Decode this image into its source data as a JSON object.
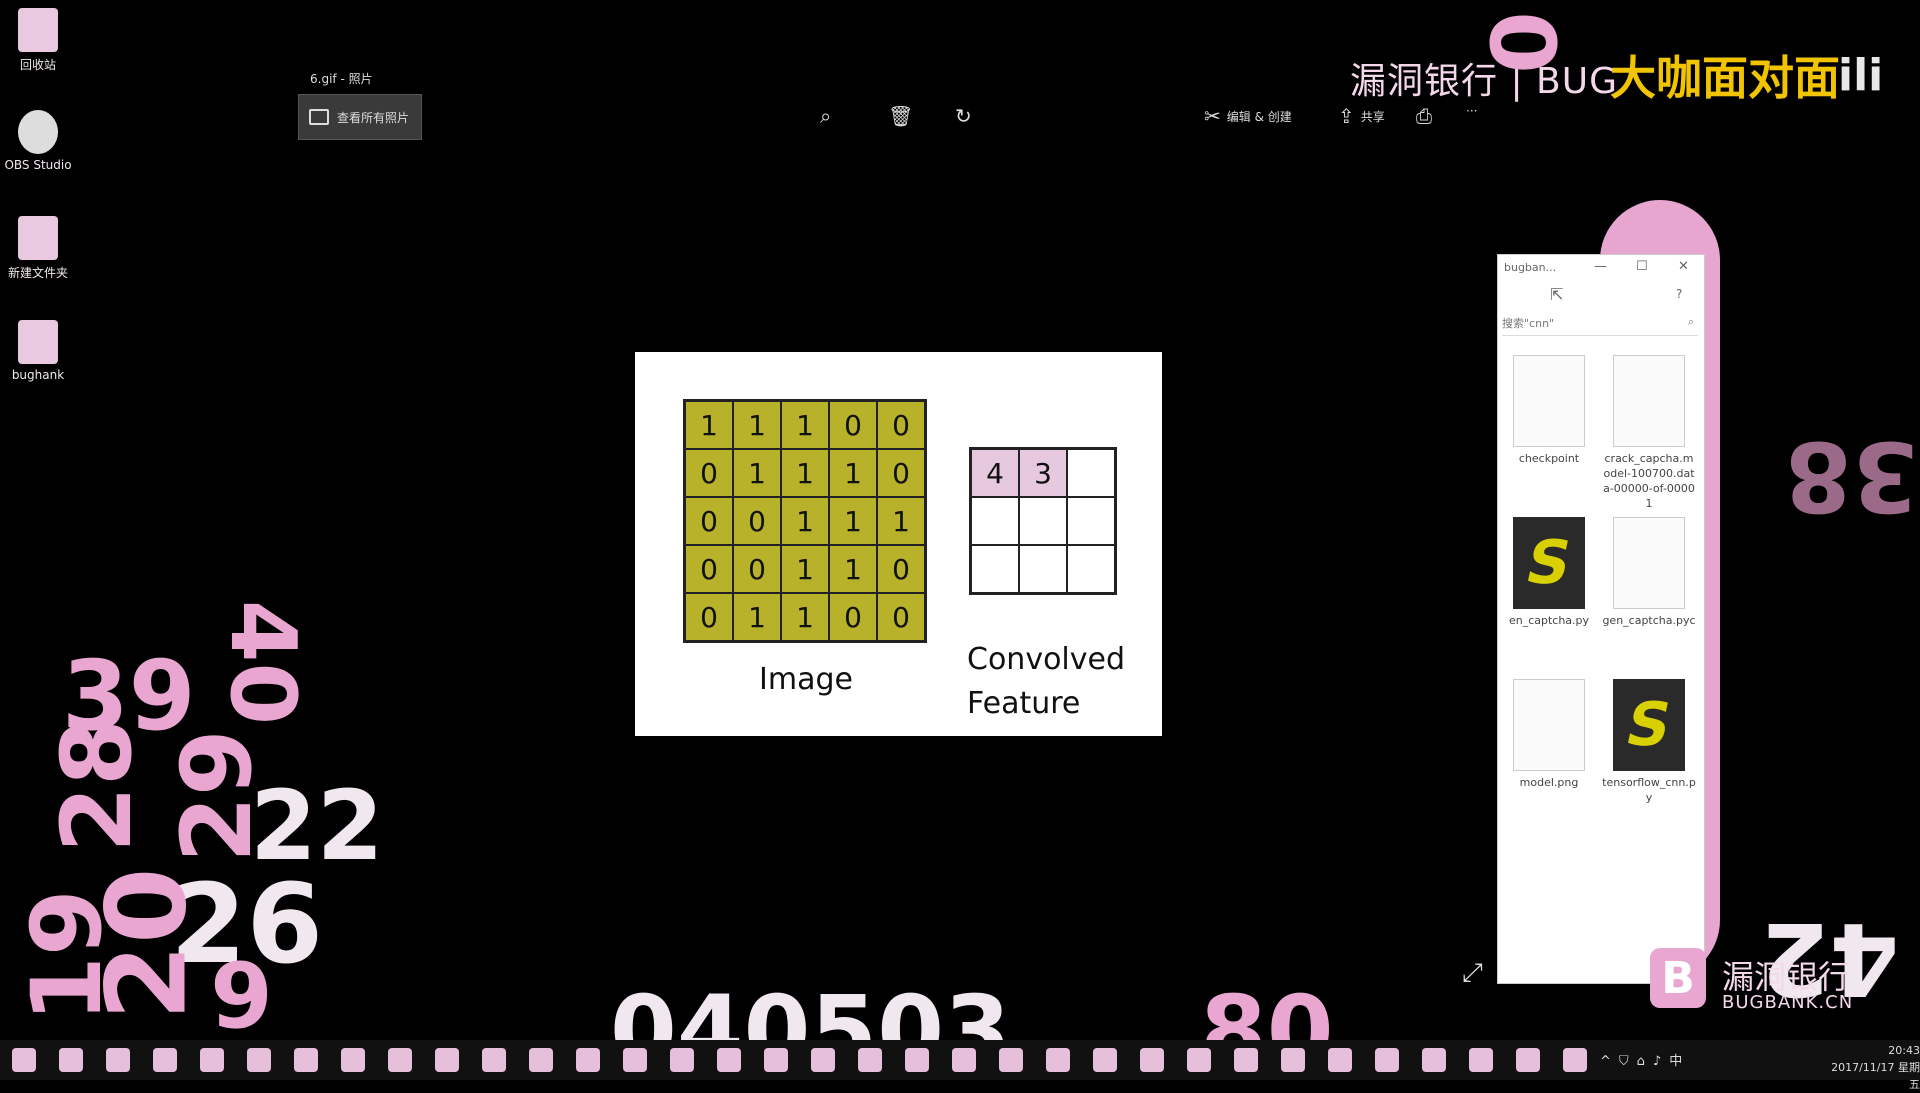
{
  "desktop": {
    "icons": [
      {
        "label": "回收站"
      },
      {
        "label": "OBS Studio"
      },
      {
        "label": "新建文件夹"
      },
      {
        "label": "bughank"
      }
    ]
  },
  "photos": {
    "file_title": "6.gif - 照片",
    "see_all_label": "查看所有照片",
    "edit_create_label": "编辑 & 创建",
    "share_label": "共享",
    "more_label": "···"
  },
  "watermark": {
    "brand_cn": "漏洞银行 | BUG",
    "brand_overlay": "大咖面对面",
    "bili": "ili"
  },
  "slide": {
    "image_matrix": [
      [
        "1",
        "1",
        "1",
        "0",
        "0"
      ],
      [
        "0",
        "1",
        "1",
        "1",
        "0"
      ],
      [
        "0",
        "0",
        "1",
        "1",
        "1"
      ],
      [
        "0",
        "0",
        "1",
        "1",
        "0"
      ],
      [
        "0",
        "1",
        "1",
        "0",
        "0"
      ]
    ],
    "convolved_matrix": [
      [
        "4",
        "3",
        ""
      ],
      [
        "",
        "",
        ""
      ],
      [
        "",
        "",
        ""
      ]
    ],
    "image_caption": "Image",
    "convolved_caption_line1": "Convolved",
    "convolved_caption_line2": "Feature",
    "image_color": "#b7b22a",
    "convolved_fill_color": "#e6c9df"
  },
  "explorer": {
    "title": "bugban...",
    "search_text": "搜索\"cnn\"",
    "files": [
      {
        "name": "checkpoint",
        "icon": "document-icon"
      },
      {
        "name": "crack_capcha.model-100700.data-00000-of-00001",
        "icon": "document-icon"
      },
      {
        "name": "en_captcha.py",
        "icon": "sublime-icon"
      },
      {
        "name": "gen_captcha.pyc",
        "icon": "document-icon"
      },
      {
        "name": "model.png",
        "icon": "image-icon"
      },
      {
        "name": "tensorflow_cnn.py",
        "icon": "sublime-icon"
      }
    ]
  },
  "decor_numbers": [
    "39",
    "40",
    "28",
    "29",
    "22",
    "26",
    "20",
    "19",
    "6",
    "38",
    "42",
    "0",
    "040503",
    "80"
  ],
  "logo": {
    "mark": "B",
    "cn": "漏洞银行",
    "en": "BUGBANK.CN"
  },
  "taskbar": {
    "time": "20:43",
    "date": "2017/11/17 星期五",
    "ime": "中"
  }
}
